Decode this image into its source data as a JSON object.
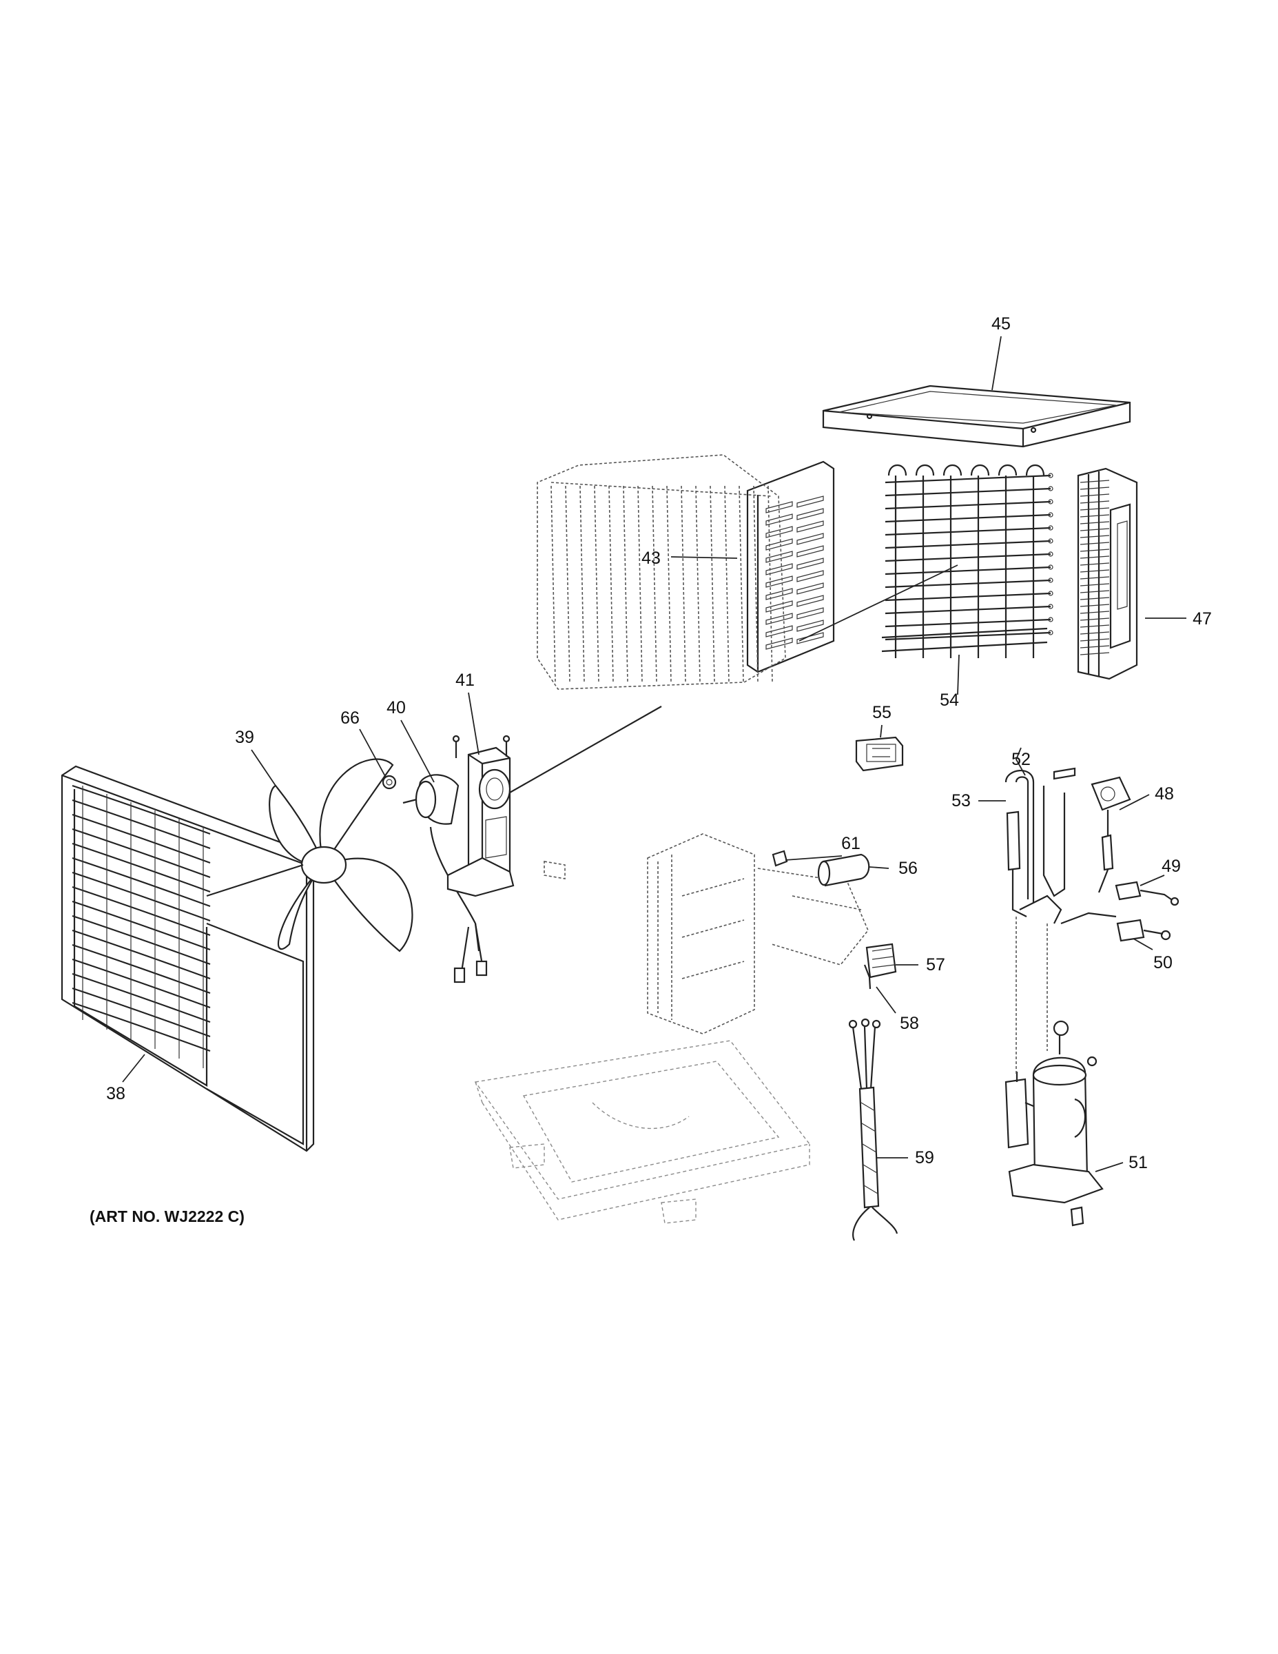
{
  "art_number": "(ART NO. WJ2222 C)",
  "callouts": [
    "38",
    "39",
    "40",
    "41",
    "43",
    "45",
    "47",
    "48",
    "49",
    "50",
    "51",
    "52",
    "53",
    "54",
    "55",
    "56",
    "57",
    "58",
    "59",
    "61",
    "66"
  ],
  "colors": {
    "line": "#222222",
    "ghost": "#8a8a8a",
    "background": "#ffffff"
  }
}
